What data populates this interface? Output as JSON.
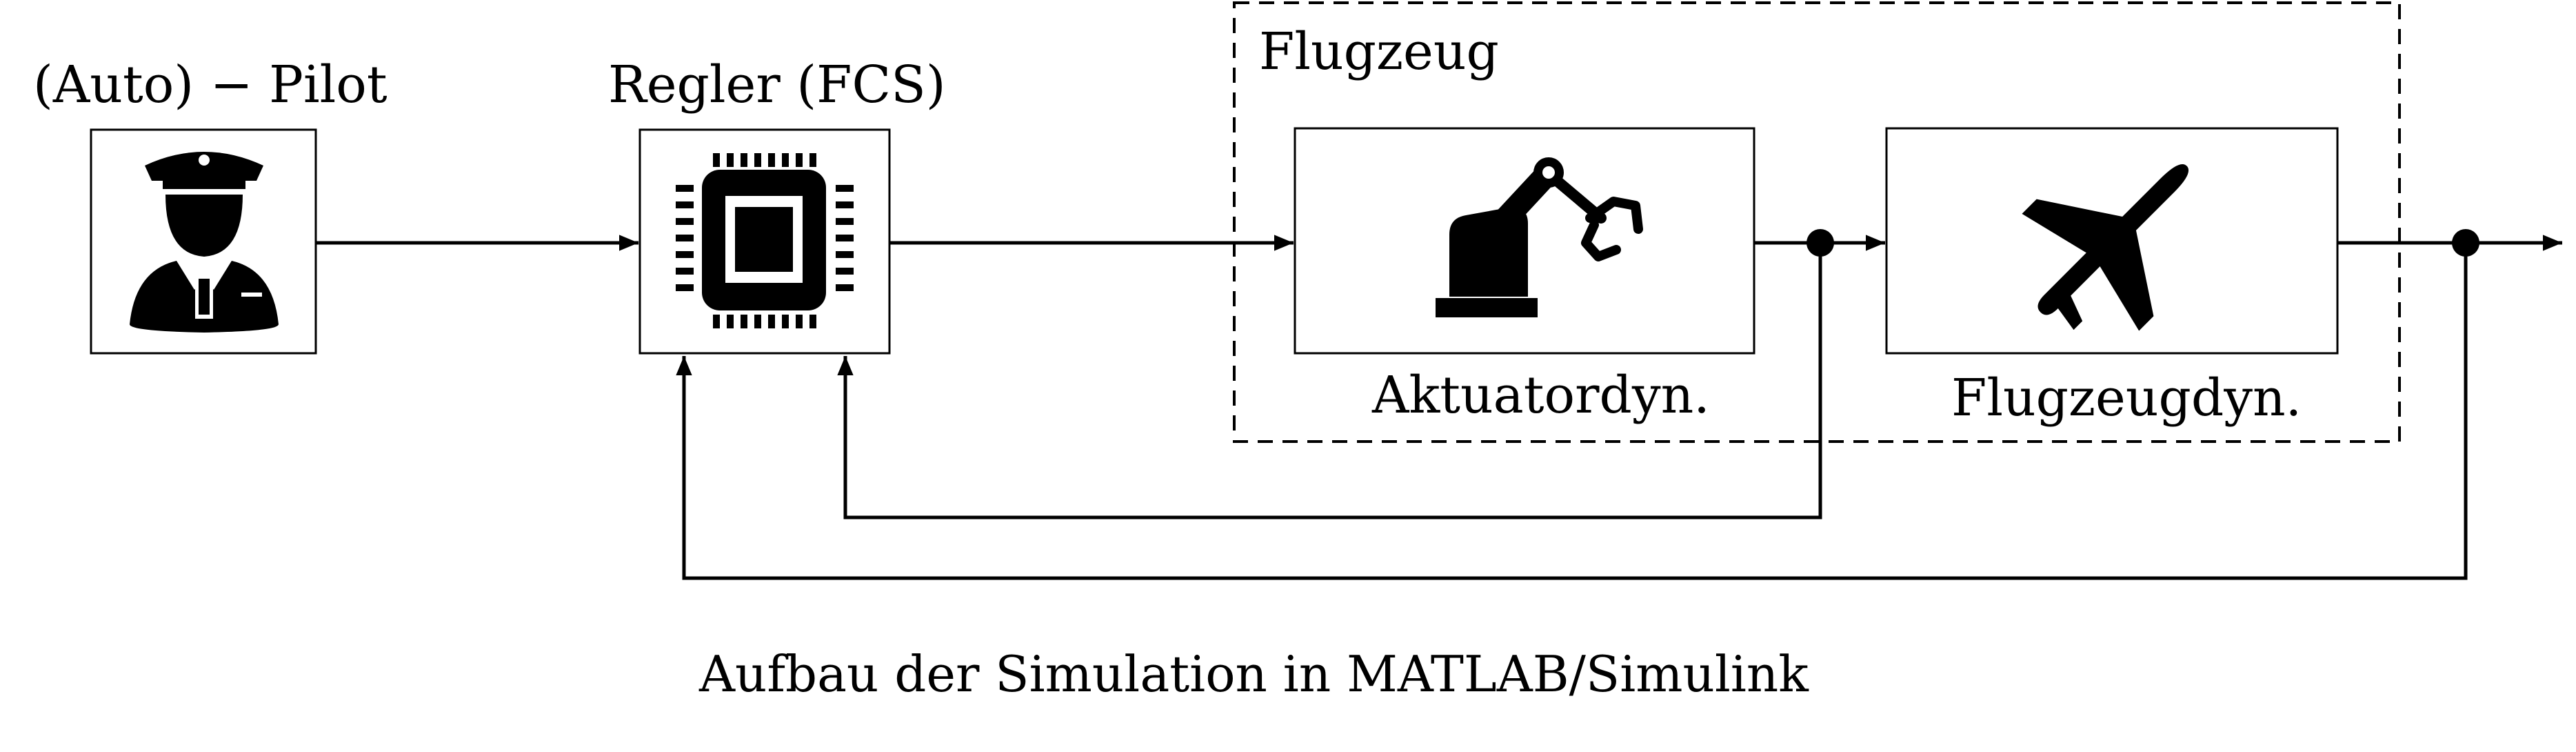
{
  "diagram": {
    "colors": {
      "ink": "#000000",
      "background": "#ffffff"
    },
    "nodes": {
      "pilot": {
        "label": "(Auto) − Pilot",
        "icon": "pilot-icon"
      },
      "controller": {
        "label": "Regler (FCS)",
        "icon": "chip-icon"
      },
      "aircraft_group": {
        "label": "Flugzeug"
      },
      "actuator": {
        "label": "Aktuatordyn.",
        "icon": "robot-arm-icon"
      },
      "flight_dynamics": {
        "label": "Flugzeugdyn.",
        "icon": "airplane-icon"
      }
    },
    "caption": "Aufbau der Simulation in MATLAB/Simulink"
  }
}
